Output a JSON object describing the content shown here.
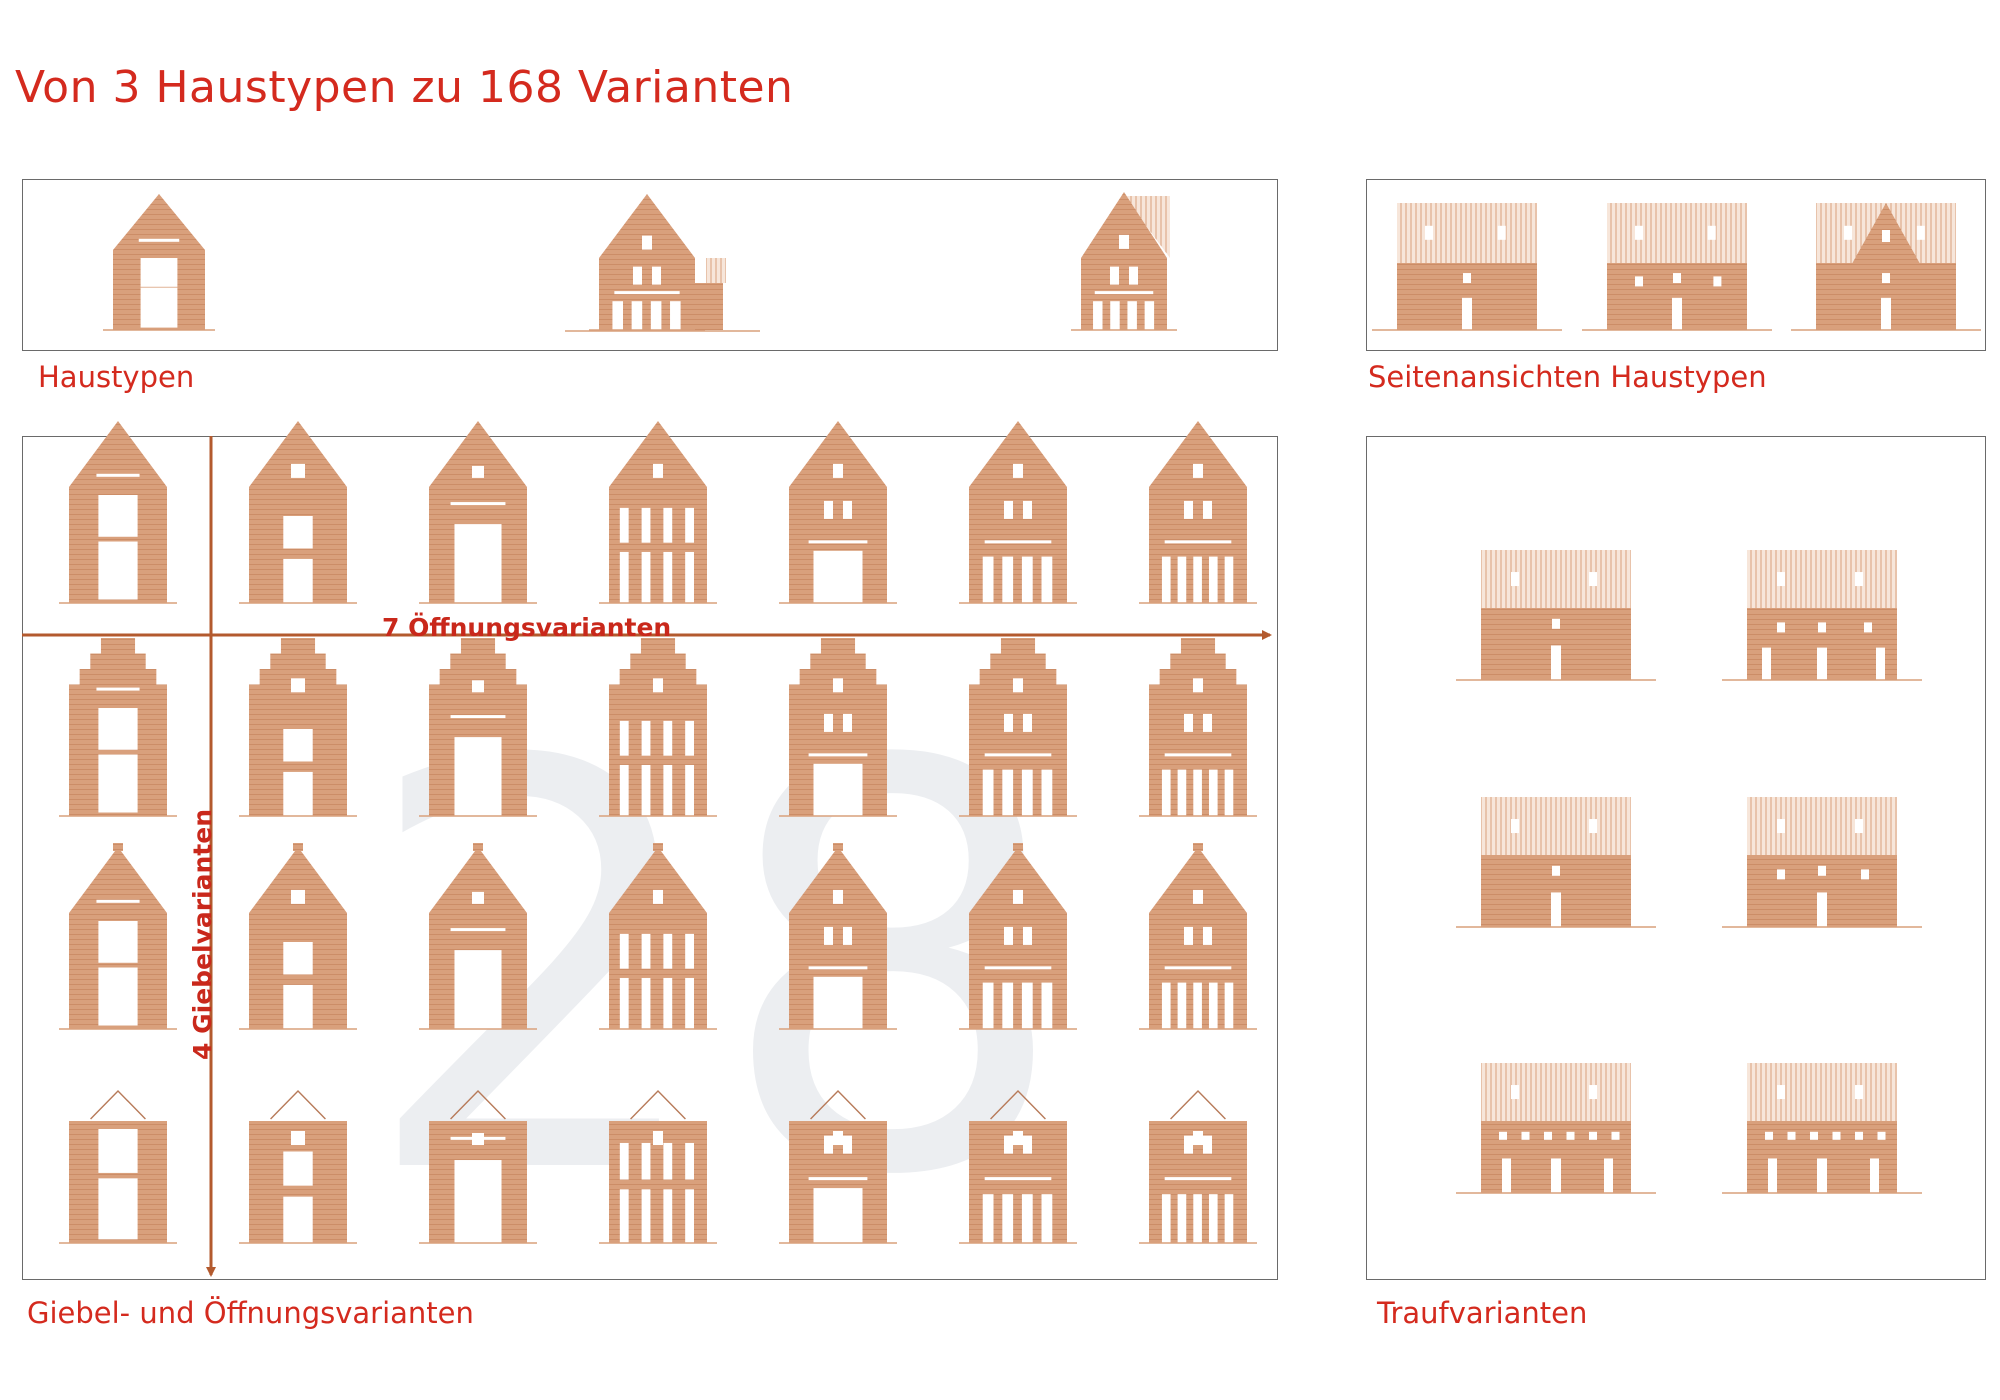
{
  "title": "Von 3 Haustypen zu 168 Varianten",
  "captions": {
    "haustypen": "Haustypen",
    "seitenansichten": "Seitenansichten Haustypen",
    "giebel_oeffnung": "Giebel- und Öffnungsvarianten",
    "traufvarianten": "Traufvarianten"
  },
  "matrix": {
    "horizontal_axis_label": "7 Öffnungsvarianten",
    "vertical_axis_label": "4 Giebelvarianten",
    "count_label": "28",
    "gable_variants": [
      "pointed",
      "stepped",
      "pointed-with-chimney",
      "flat-with-roof-outline"
    ],
    "opening_variants": 7
  },
  "house_types": [
    "narrow-gable",
    "gable-with-annex",
    "gable-with-hatched-roof"
  ],
  "side_views": [
    "type-1",
    "type-2",
    "type-3"
  ],
  "eaves_variants": 6,
  "colors": {
    "accent_red": "#d42a1e",
    "brick": "#d9a07c",
    "brick_line": "#c98862",
    "arrow": "#b35a2e",
    "roof_hatch": "#f5e2d6",
    "panel_border": "#6a6a6a",
    "watermark": "#eceef1"
  }
}
